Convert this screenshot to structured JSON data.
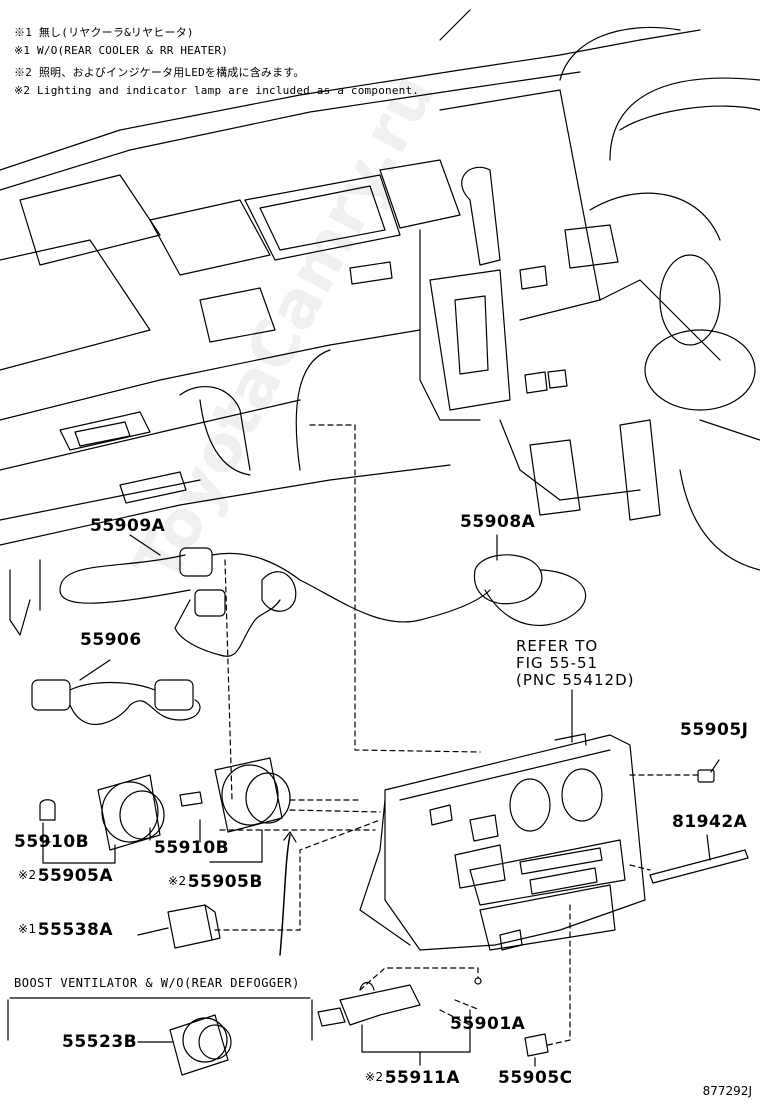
{
  "notes": [
    "※1 無し(リヤクーラ&リヤヒータ)",
    "※1 W/O(REAR COOLER & RR HEATER)",
    "※2 照明、およびインジケータ用LEDを構成に含みます。",
    "※2 Lighting and indicator lamp are included as a component."
  ],
  "parts": {
    "p55909A": "55909A",
    "p55908A": "55908A",
    "p55906": "55906",
    "p55905J": "55905J",
    "p81942A": "81942A",
    "p55910B_left": "55910B",
    "p55905A": "55905A",
    "p55910B_mid": "55910B",
    "p55905B": "55905B",
    "p55538A": "55538A",
    "p55523B": "55523B",
    "p55901A": "55901A",
    "p55911A": "55911A",
    "p55905C": "55905C"
  },
  "marks": {
    "m1": "※1",
    "m2": "※2"
  },
  "refer": {
    "line1": "REFER TO",
    "line2": "FIG 55-51",
    "line3": "(PNC 55412D)"
  },
  "condition_label": "BOOST VENTILATOR & W/O(REAR DEFOGGER)",
  "figure_number": "877292J",
  "watermark": "ToyotaCamry.ru"
}
